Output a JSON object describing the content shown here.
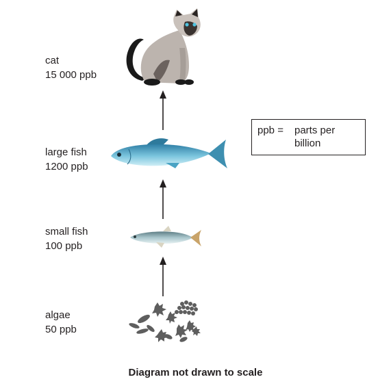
{
  "organisms": [
    {
      "name": "cat",
      "concentration": "15 000 ppb"
    },
    {
      "name": "large fish",
      "concentration": "1200 ppb"
    },
    {
      "name": "small fish",
      "concentration": "100 ppb"
    },
    {
      "name": "algae",
      "concentration": "50 ppb"
    }
  ],
  "legend": {
    "abbreviation": "ppb =",
    "definition": "parts per billion"
  },
  "caption": "Diagram not drawn to scale",
  "colors": {
    "text": "#231f20",
    "arrow": "#231f20",
    "fish_blue": "#4aa3c4",
    "cat_fur": "#bcb4ae",
    "cat_points": "#1a1a1a",
    "algae": "#5e5e5e"
  }
}
